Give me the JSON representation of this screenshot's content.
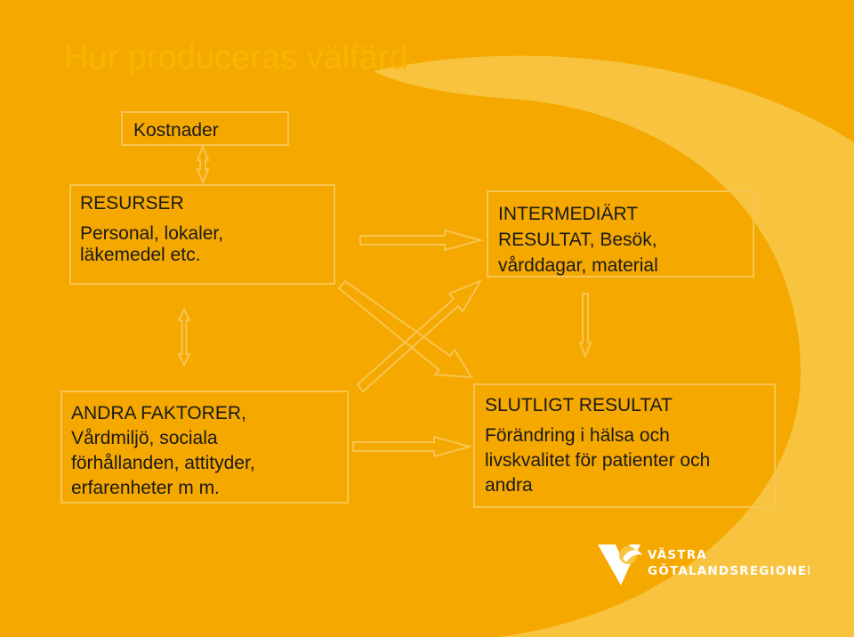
{
  "title": "Hur produceras välfärd",
  "boxes": {
    "kostnader": "Kostnader",
    "resurser": {
      "heading": "RESURSER",
      "lines": [
        "Personal, lokaler,",
        "läkemedel etc."
      ]
    },
    "intermediart": {
      "lines": [
        "INTERMEDIÄRT",
        "RESULTAT, Besök,",
        "vårddagar, material"
      ]
    },
    "andra": {
      "lines": [
        "ANDRA FAKTORER,",
        "Vårdmiljö, sociala",
        "förhållanden, attityder,",
        "erfarenheter m m."
      ]
    },
    "slutligt": {
      "heading": "SLUTLIGT RESULTAT",
      "lines": [
        "Förändring i hälsa och",
        "livskvalitet för patienter och",
        "andra"
      ]
    }
  },
  "logo": {
    "line1": "VÄSTRA",
    "line2": "GÖTALANDSREGIONEN"
  },
  "colors": {
    "background": "#f5a800",
    "swirl": "#f8c440",
    "box_border": "#f8c552",
    "title": "#f7b500",
    "text": "#1a1a1a"
  }
}
